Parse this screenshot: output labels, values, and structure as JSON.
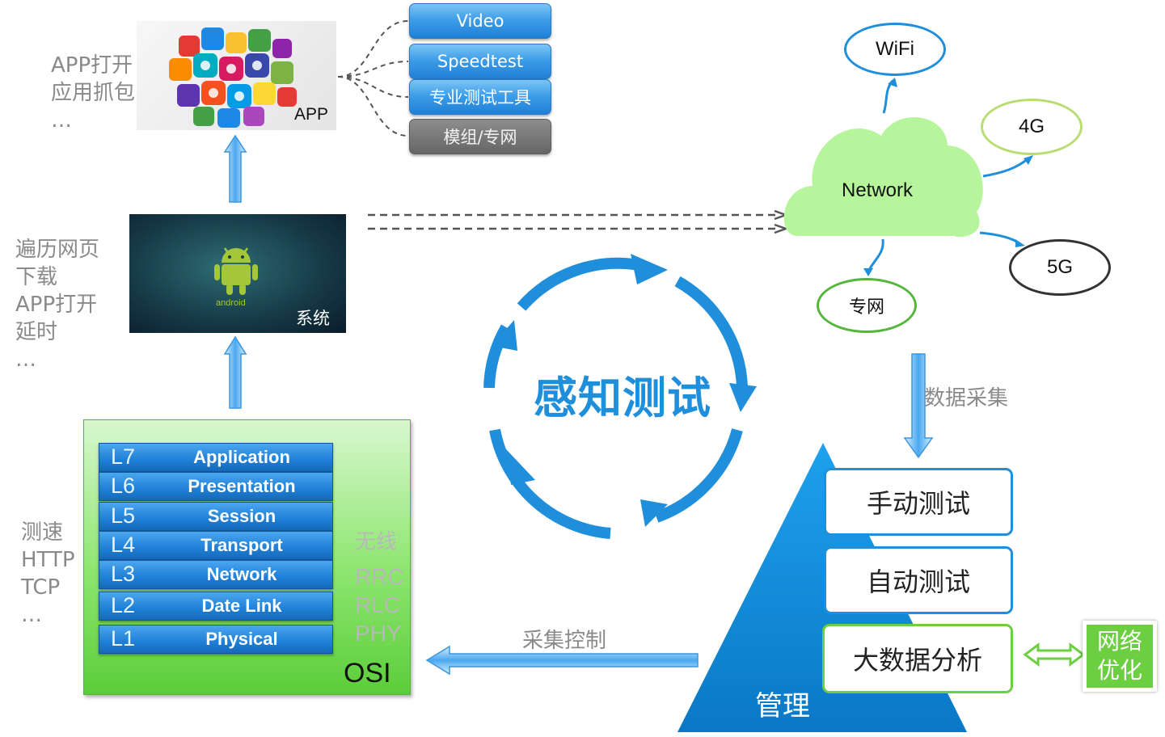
{
  "left_notes": {
    "app": [
      "APP打开",
      "应用抓包",
      "…"
    ],
    "system": [
      "遍历网页",
      "下载",
      "APP打开",
      "延时",
      "…"
    ],
    "osi": [
      "测速",
      "HTTP",
      "TCP",
      "…"
    ]
  },
  "app_box": {
    "label": "APP"
  },
  "system_box": {
    "label": "系统",
    "android_text": "android"
  },
  "tools": {
    "items": [
      "Video",
      "Speedtest",
      "专业测试工具"
    ],
    "module": "模组/专网"
  },
  "osi": {
    "title": "OSI",
    "layers": [
      {
        "no": "L7",
        "name": "Application"
      },
      {
        "no": "L6",
        "name": "Presentation"
      },
      {
        "no": "L5",
        "name": "Session"
      },
      {
        "no": "L4",
        "name": "Transport"
      },
      {
        "no": "L3",
        "name": "Network"
      },
      {
        "no": "L2",
        "name": "Date Link"
      },
      {
        "no": "L1",
        "name": "Physical"
      }
    ],
    "radio": [
      "无线",
      "RRC",
      "RLC",
      "PHY"
    ]
  },
  "center": {
    "title": "感知测试"
  },
  "network": {
    "cloud_label": "Network",
    "nodes": [
      "WiFi",
      "4G",
      "5G",
      "专网"
    ]
  },
  "flow": {
    "data_collect": "数据采集",
    "collect_control": "采集控制"
  },
  "pyramid": {
    "label": "管理",
    "cards": [
      "手动测试",
      "自动测试",
      "大数据分析"
    ]
  },
  "optimize": {
    "label": [
      "网络",
      "优化"
    ]
  },
  "colors": {
    "accent_blue": "#1f8fdc",
    "green": "#8ee06a",
    "cloud_green": "#b6f59b"
  }
}
